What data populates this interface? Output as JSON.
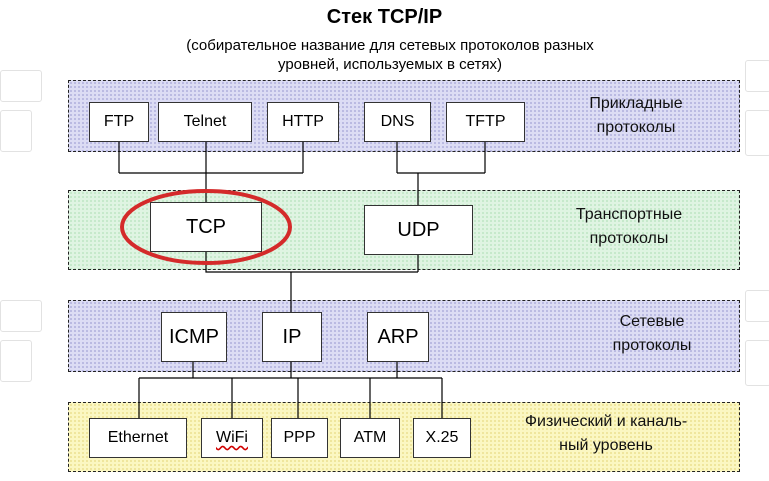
{
  "title": "Стек TCP/IP",
  "subtitle_line1": "(собирательное название для сетевых протоколов разных",
  "subtitle_line2": "уровней, используемых в сетях)",
  "layers": {
    "application": {
      "label_line1": "Прикладные",
      "label_line2": "протоколы",
      "protocols": [
        "FTP",
        "Telnet",
        "HTTP",
        "DNS",
        "TFTP"
      ]
    },
    "transport": {
      "label_line1": "Транспортные",
      "label_line2": "протоколы",
      "protocols": [
        "TCP",
        "UDP"
      ]
    },
    "network": {
      "label_line1": "Сетевые",
      "label_line2": "протоколы",
      "protocols": [
        "ICMP",
        "IP",
        "ARP"
      ]
    },
    "physical": {
      "label_line1": "Физический и каналь-",
      "label_line2": "ный уровень",
      "protocols": [
        "Ethernet",
        "WiFi",
        "PPP",
        "ATM",
        "X.25"
      ]
    }
  },
  "highlight": {
    "target": "TCP",
    "color": "#d42a2a"
  },
  "colors": {
    "application_layer": "#dcdcf4",
    "transport_layer": "#dff4e2",
    "network_layer": "#dcdcf4",
    "physical_layer": "#fbf7c2"
  }
}
